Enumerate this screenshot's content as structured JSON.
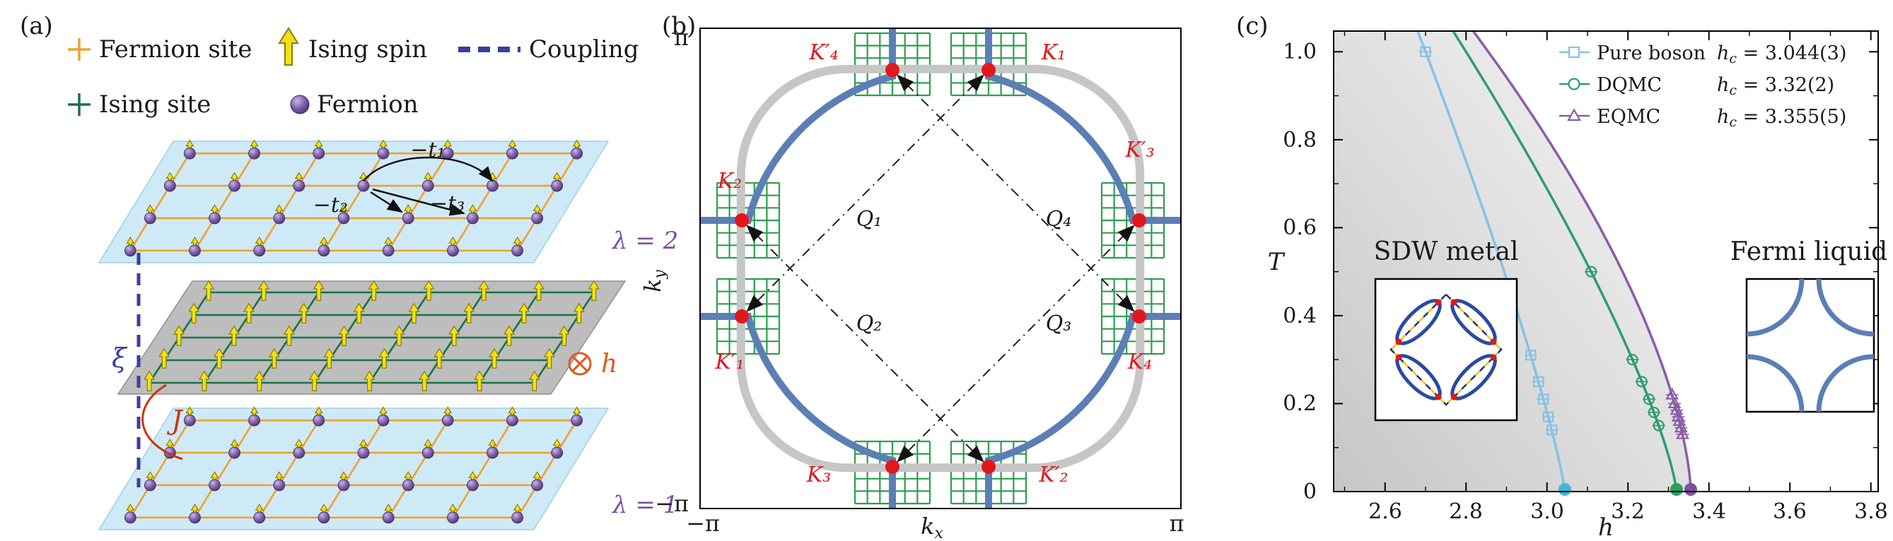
{
  "panel_a": {
    "label": "(a)",
    "legend": [
      {
        "label": "Fermion site"
      },
      {
        "label": "Ising spin"
      },
      {
        "label": "Coupling"
      },
      {
        "label": "Ising site"
      },
      {
        "label": "Fermion"
      }
    ],
    "hoppings": {
      "t1": "−t₁",
      "t2": "−t₂",
      "t3": "−t₃"
    },
    "coupling_xi": "ξ",
    "coupling_j": "J",
    "field": "h",
    "layer2": "λ = 2",
    "layer1": "λ = 1"
  },
  "panel_b": {
    "label": "(b)",
    "axes": {
      "kx_base": "k",
      "kx_sub": "x",
      "ky_base": "k",
      "ky_sub": "y",
      "pi": "π",
      "neg_pi": "−π"
    },
    "hot_spots": {
      "K1": "K₁",
      "K2": "K₂",
      "K3": "K₃",
      "K4": "K₄",
      "K1p": "K′₁",
      "K2p": "K′₂",
      "K3p": "K′₃",
      "K4p": "K′₄"
    },
    "wave_vectors": {
      "Q1": "Q₁",
      "Q2": "Q₂",
      "Q3": "Q₃",
      "Q4": "Q₄"
    }
  },
  "panel_c": {
    "label": "(c)",
    "xlabel": "h",
    "ylabel": "T",
    "xticks": [
      "2.6",
      "2.8",
      "3.0",
      "3.2",
      "3.4",
      "3.6",
      "3.8"
    ],
    "yticks": [
      "0",
      "0.2",
      "0.4",
      "0.6",
      "0.8",
      "1.0"
    ],
    "regions": {
      "left": "SDW metal",
      "right": "Fermi liquid"
    },
    "legend": [
      {
        "label": "Pure boson",
        "hc_sym": "h",
        "hc_sub": "c",
        "hc_val": " = 3.044(3)"
      },
      {
        "label": "DQMC",
        "hc_sym": "h",
        "hc_sub": "c",
        "hc_val": " = 3.32(2)"
      },
      {
        "label": "EQMC",
        "hc_sym": "h",
        "hc_sub": "c",
        "hc_val": " = 3.355(5)"
      }
    ]
  },
  "chart_data": {
    "type": "line",
    "xlabel": "h",
    "ylabel": "T",
    "xlim": [
      2.5,
      3.8
    ],
    "ylim": [
      0,
      1.05
    ],
    "grid": false,
    "legend_position": "top-right",
    "series": [
      {
        "name": "Pure boson",
        "hc": "3.044(3)",
        "color": "#85c1e5",
        "marker": "square",
        "points": [
          [
            2.7,
            1.0
          ],
          [
            2.912,
            0.45
          ],
          [
            2.96,
            0.31
          ],
          [
            2.979,
            0.25
          ],
          [
            2.991,
            0.21
          ],
          [
            3.003,
            0.17
          ],
          [
            3.012,
            0.14
          ]
        ]
      },
      {
        "name": "DQMC",
        "hc": "3.32(2)",
        "color": "#2e9d6e",
        "marker": "circle",
        "points": [
          [
            3.109,
            0.5
          ],
          [
            3.211,
            0.3
          ],
          [
            3.234,
            0.25
          ],
          [
            3.252,
            0.21
          ],
          [
            3.264,
            0.18
          ],
          [
            3.276,
            0.15
          ]
        ]
      },
      {
        "name": "EQMC",
        "hc": "3.355(5)",
        "color": "#8c5ca8",
        "marker": "triangle",
        "points": [
          [
            3.309,
            0.22
          ],
          [
            3.315,
            0.2
          ],
          [
            3.32,
            0.185
          ],
          [
            3.324,
            0.17
          ],
          [
            3.327,
            0.16
          ],
          [
            3.331,
            0.145
          ],
          [
            3.335,
            0.13
          ]
        ]
      }
    ],
    "critical_points": [
      {
        "h": 3.044,
        "T": 0,
        "color": "#3fb8d4"
      },
      {
        "h": 3.32,
        "T": 0,
        "color": "#27a060"
      },
      {
        "h": 3.355,
        "T": 0,
        "color": "#7d4fa0"
      }
    ],
    "annotations": [
      "SDW metal",
      "Fermi liquid"
    ]
  }
}
